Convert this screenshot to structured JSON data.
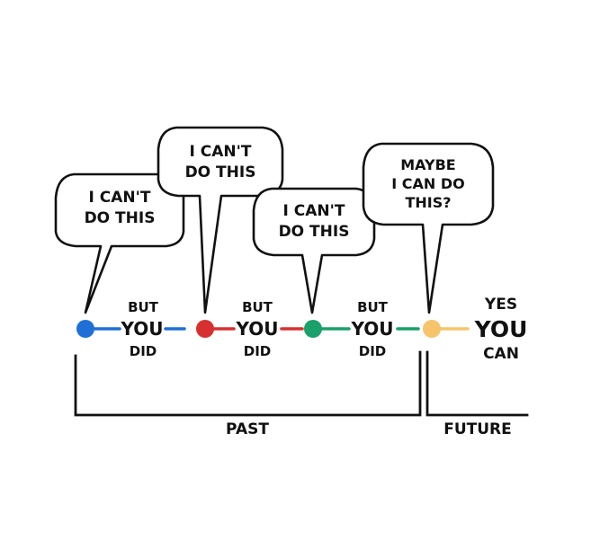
{
  "bubbles": [
    {
      "line1": "I CAN'T",
      "line2": "DO THIS"
    },
    {
      "line1": "I CAN'T",
      "line2": "DO THIS"
    },
    {
      "line1": "I CAN'T",
      "line2": "DO THIS"
    },
    {
      "line1": "MAYBE",
      "line2": "I CAN DO",
      "line3": "THIS?"
    }
  ],
  "nodes": [
    {
      "color": "#1f6fd6",
      "line_color": "#1f6fd6"
    },
    {
      "color": "#d63030",
      "line_color": "#d63030"
    },
    {
      "color": "#1aa06a",
      "line_color": "#1aa06a"
    },
    {
      "color": "#f6c46b",
      "line_color": "#f6c46b"
    }
  ],
  "captions": [
    {
      "top": "BUT",
      "middle": "YOU",
      "bottom": "DID"
    },
    {
      "top": "BUT",
      "middle": "YOU",
      "bottom": "DID"
    },
    {
      "top": "BUT",
      "middle": "YOU",
      "bottom": "DID"
    },
    {
      "top": "YES",
      "middle": "YOU",
      "bottom": "CAN"
    }
  ],
  "periods": {
    "past": "PAST",
    "future": "FUTURE"
  }
}
